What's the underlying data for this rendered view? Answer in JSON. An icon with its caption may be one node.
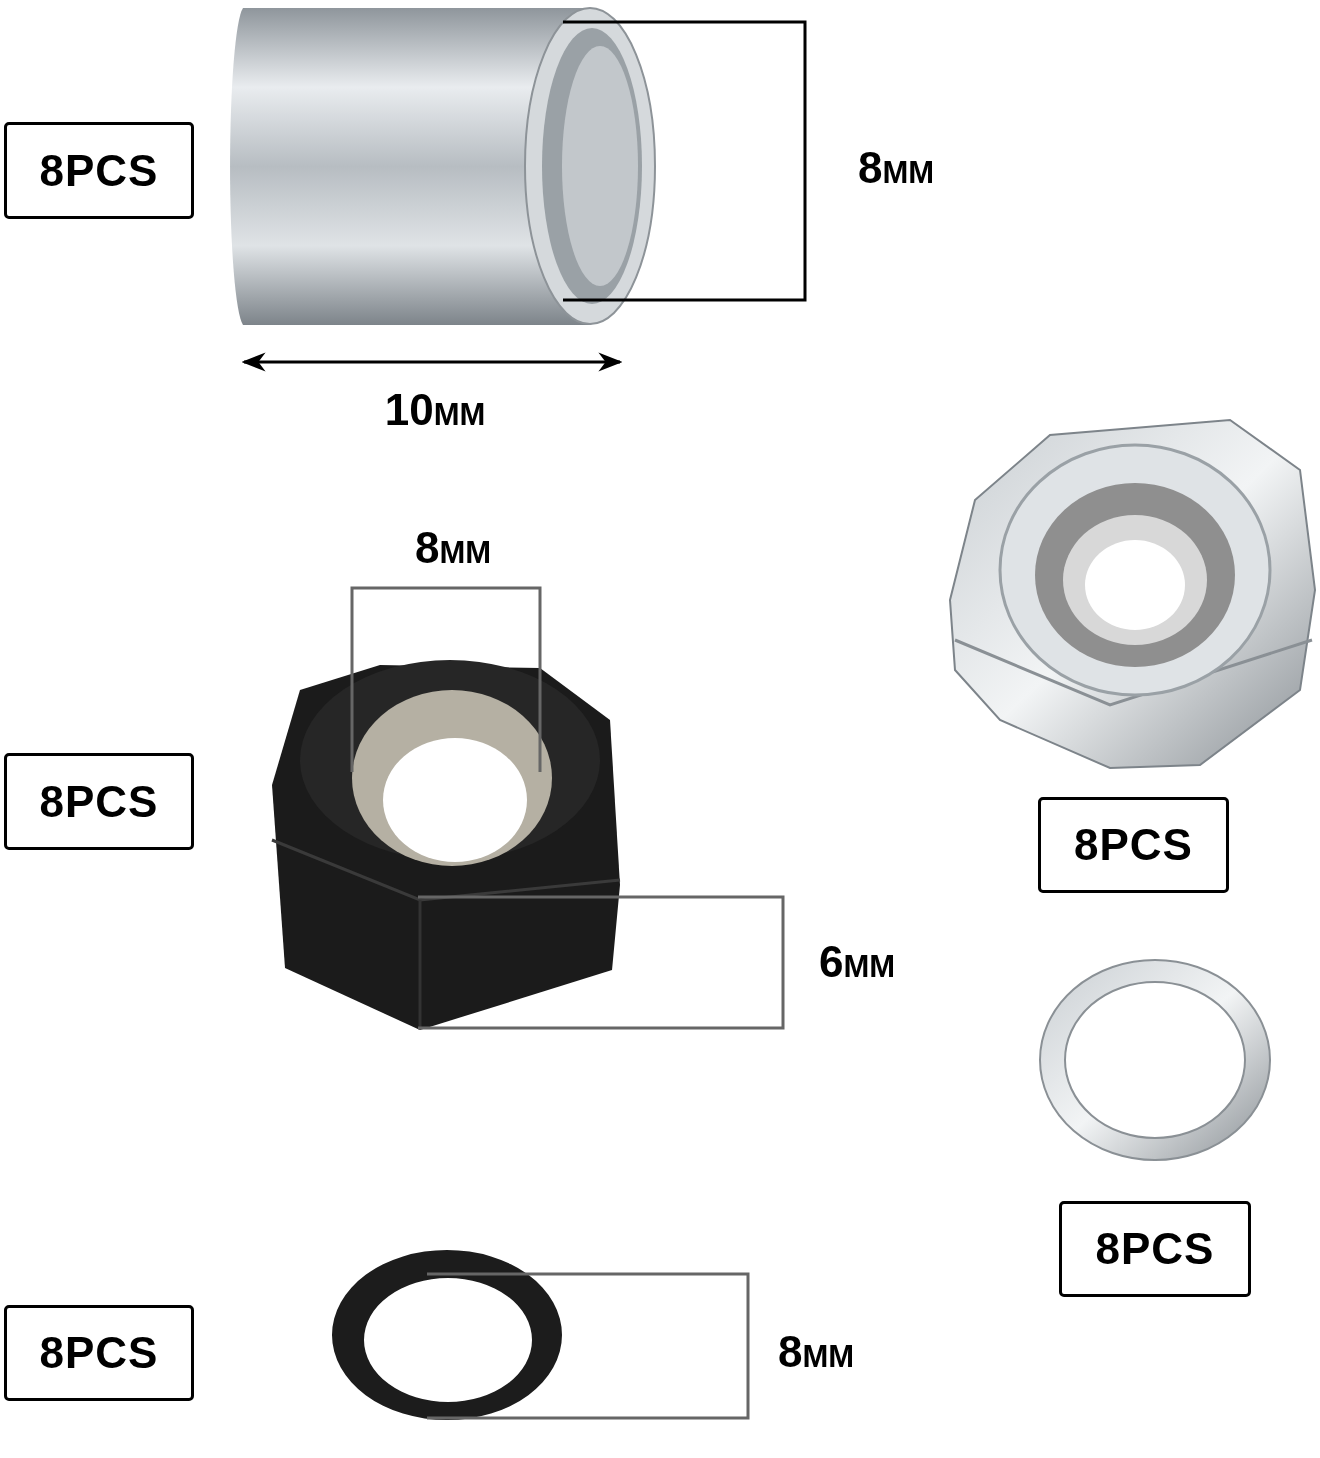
{
  "diagram": {
    "nodes": [
      {
        "text": [
          "8PCS"
        ]
      },
      {
        "text": [
          "8PCS"
        ]
      },
      {
        "text": [
          "8PCS"
        ]
      },
      {
        "text": [
          "8PCS"
        ]
      },
      {
        "text": [
          "8PCS"
        ]
      }
    ],
    "labels": [
      "8mm",
      "10mm",
      "8mm",
      "6mm",
      "8mm"
    ]
  }
}
